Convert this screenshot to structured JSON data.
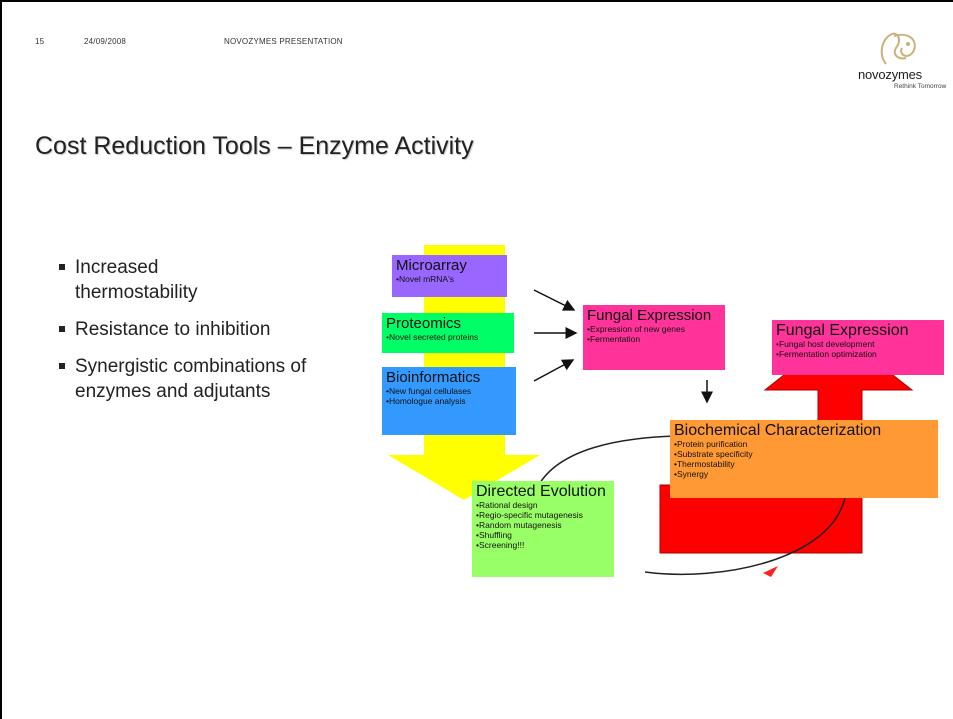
{
  "header": {
    "slide_number": "15",
    "date": "24/09/2008",
    "presentation": "NOVOZYMES PRESENTATION"
  },
  "logo": {
    "wordmark": "novozymes",
    "tagline": "Rethink Tomorrow",
    "icon": "novozymes-swirl-icon"
  },
  "title": "Cost Reduction Tools – Enzyme Activity",
  "bullets": [
    "Increased thermostability",
    "Resistance to inhibition",
    "Synergistic combinations of enzymes and adjutants"
  ],
  "diagram": {
    "microarray": {
      "title": "Microarray",
      "items": [
        "•Novel mRNA's"
      ],
      "color": "#9966ff"
    },
    "proteomics": {
      "title": "Proteomics",
      "items": [
        "•Novel secreted proteins"
      ],
      "color": "#00ff66"
    },
    "bioinformatics": {
      "title": "Bioinformatics",
      "items": [
        "•New fungal cellulases",
        "•Homologue analysis"
      ],
      "color": "#3399ff"
    },
    "fungal_expression_1": {
      "title": "Fungal Expression",
      "items": [
        "•Expression of new genes",
        "•Fermentation"
      ],
      "color": "#ff3399"
    },
    "fungal_expression_2": {
      "title": "Fungal Expression",
      "items": [
        "•Fungal host development",
        "•Fermentation optimization"
      ],
      "color": "#ff3399"
    },
    "biochemical": {
      "title": "Biochemical Characterization",
      "items": [
        "•Protein purification",
        "•Substrate specificity",
        "•Thermostability",
        "•Synergy"
      ],
      "color": "#ff9933"
    },
    "directed_evolution": {
      "title": "Directed Evolution",
      "items": [
        "•Rational design",
        "•Regio-specific mutagenesis",
        "•Random mutagenesis",
        "•Shuffling",
        "•Screening!!!"
      ],
      "color": "#99ff66"
    },
    "yellow_arrow_color": "#ffff00",
    "red_arrow_color": "#ff0000"
  }
}
